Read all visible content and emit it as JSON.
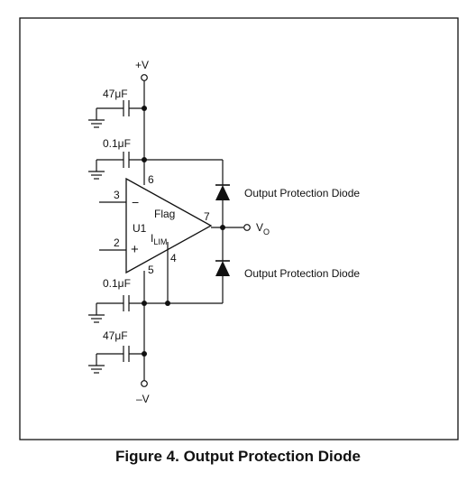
{
  "figure": {
    "caption": "Figure 4. Output Protection Diode"
  },
  "circuit": {
    "supply_positive": "+V",
    "supply_negative": "–V",
    "cap_top_outer": "47μF",
    "cap_top_inner": "0.1μF",
    "cap_bottom_inner": "0.1μF",
    "cap_bottom_outer": "47μF",
    "amp_name": "U1",
    "amp_flag": "Flag",
    "amp_ilim_main": "I",
    "amp_ilim_sub": "LIM",
    "pin_3": "3",
    "pin_2": "2",
    "pin_6": "6",
    "pin_5": "5",
    "pin_4": "4",
    "pin_7": "7",
    "minus_sign": "−",
    "plus_sign": "+",
    "output_main": "V",
    "output_sub": "O",
    "diode_top_label": "Output Protection Diode",
    "diode_bottom_label": "Output Protection Diode"
  }
}
